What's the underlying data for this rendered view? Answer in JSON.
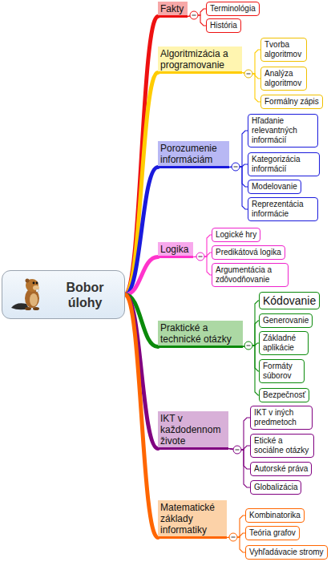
{
  "diagram": {
    "nodes": [
      {
        "text": [
          "Bobor úlohy"
        ]
      },
      {
        "text": [
          "Fakty"
        ]
      },
      {
        "text": [
          "Terminológia"
        ]
      },
      {
        "text": [
          "História"
        ]
      },
      {
        "text": [
          "Algoritmizácia a programovanie"
        ]
      },
      {
        "text": [
          "Tvorba algoritmov"
        ]
      },
      {
        "text": [
          "Analýza algoritmov"
        ]
      },
      {
        "text": [
          "Formálny zápis"
        ]
      },
      {
        "text": [
          "Porozumenie informáciám"
        ]
      },
      {
        "text": [
          "Hľadanie relevantných informácií"
        ]
      },
      {
        "text": [
          "Kategorizácia informácií"
        ]
      },
      {
        "text": [
          "Modelovanie"
        ]
      },
      {
        "text": [
          "Reprezentácia informácie"
        ]
      },
      {
        "text": [
          "Logika"
        ]
      },
      {
        "text": [
          "Logické hry"
        ]
      },
      {
        "text": [
          "Predikátová logika"
        ]
      },
      {
        "text": [
          "Argumentácia a zdôvodňovanie"
        ]
      },
      {
        "text": [
          "Praktické a technické otázky"
        ]
      },
      {
        "text": [
          "Kódovanie"
        ]
      },
      {
        "text": [
          "Generovanie"
        ]
      },
      {
        "text": [
          "Základné aplikácie"
        ]
      },
      {
        "text": [
          "Formáty súborov"
        ]
      },
      {
        "text": [
          "Bezpečnosť"
        ]
      },
      {
        "text": [
          "IKT v každodennom živote"
        ]
      },
      {
        "text": [
          "IKT v iných predmetoch"
        ]
      },
      {
        "text": [
          "Etické a sociálne otázky"
        ]
      },
      {
        "text": [
          "Autorské práva"
        ]
      },
      {
        "text": [
          "Globalizácia"
        ]
      },
      {
        "text": [
          "Matematické základy informatiky"
        ]
      },
      {
        "text": [
          "Kombinatorika"
        ]
      },
      {
        "text": [
          "Teória grafov"
        ]
      },
      {
        "text": [
          "Vyhľadávacie stromy"
        ]
      }
    ],
    "edges": [
      {
        "from": 0,
        "to": 1,
        "arrow": "none"
      },
      {
        "from": 0,
        "to": 4,
        "arrow": "none"
      },
      {
        "from": 0,
        "to": 8,
        "arrow": "none"
      },
      {
        "from": 0,
        "to": 13,
        "arrow": "none"
      },
      {
        "from": 0,
        "to": 17,
        "arrow": "none"
      },
      {
        "from": 0,
        "to": 23,
        "arrow": "none"
      },
      {
        "from": 0,
        "to": 28,
        "arrow": "none"
      },
      {
        "from": 1,
        "to": 2,
        "arrow": "none"
      },
      {
        "from": 1,
        "to": 3,
        "arrow": "none"
      },
      {
        "from": 4,
        "to": 5,
        "arrow": "none"
      },
      {
        "from": 4,
        "to": 6,
        "arrow": "none"
      },
      {
        "from": 4,
        "to": 7,
        "arrow": "none"
      },
      {
        "from": 8,
        "to": 9,
        "arrow": "none"
      },
      {
        "from": 8,
        "to": 10,
        "arrow": "none"
      },
      {
        "from": 8,
        "to": 11,
        "arrow": "none"
      },
      {
        "from": 8,
        "to": 12,
        "arrow": "none"
      },
      {
        "from": 13,
        "to": 14,
        "arrow": "none"
      },
      {
        "from": 13,
        "to": 15,
        "arrow": "none"
      },
      {
        "from": 13,
        "to": 16,
        "arrow": "none"
      },
      {
        "from": 17,
        "to": 18,
        "arrow": "none"
      },
      {
        "from": 17,
        "to": 19,
        "arrow": "none"
      },
      {
        "from": 17,
        "to": 20,
        "arrow": "none"
      },
      {
        "from": 17,
        "to": 21,
        "arrow": "none"
      },
      {
        "from": 17,
        "to": 22,
        "arrow": "none"
      },
      {
        "from": 23,
        "to": 24,
        "arrow": "none"
      },
      {
        "from": 23,
        "to": 25,
        "arrow": "none"
      },
      {
        "from": 23,
        "to": 26,
        "arrow": "none"
      },
      {
        "from": 23,
        "to": 27,
        "arrow": "none"
      },
      {
        "from": 28,
        "to": 29,
        "arrow": "none"
      },
      {
        "from": 28,
        "to": 30,
        "arrow": "none"
      },
      {
        "from": 28,
        "to": 31,
        "arrow": "none"
      }
    ]
  }
}
